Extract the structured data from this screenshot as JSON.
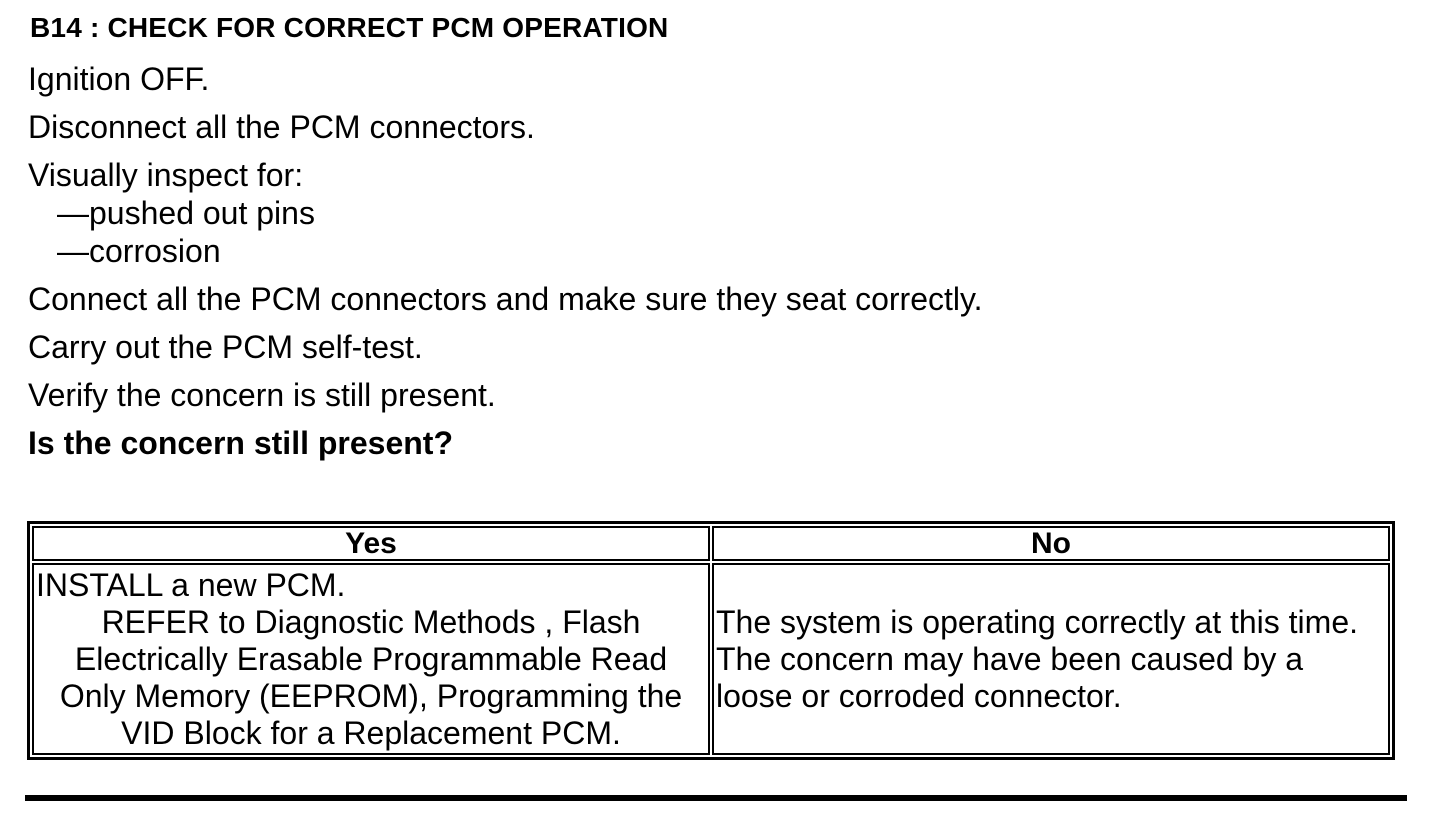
{
  "title": "B14 : CHECK FOR CORRECT PCM OPERATION",
  "steps": {
    "p1": "Ignition OFF.",
    "p2": "Disconnect all the PCM connectors.",
    "p3": "Visually inspect for:",
    "p3_items": {
      "i1": "—pushed out pins",
      "i2": "—corrosion"
    },
    "p4": "Connect all the PCM connectors and make sure they seat correctly.",
    "p5": "Carry out the PCM self-test.",
    "p6": "Verify the concern is still present."
  },
  "question": "Is the concern still present?",
  "result_table": {
    "yes_header": "Yes",
    "no_header": "No",
    "yes_action_line": "INSTALL a new PCM.",
    "yes_refer_block": "REFER to Diagnostic Methods , Flash\nElectrically Erasable Programmable Read\nOnly Memory (EEPROM), Programming the\nVID Block for a Replacement PCM.",
    "no_text": "The system is operating correctly at this time.\nThe concern may have been caused by a\nloose or corroded connector."
  },
  "colors": {
    "text": "#000000",
    "background": "#ffffff",
    "table_border": "#000000"
  }
}
